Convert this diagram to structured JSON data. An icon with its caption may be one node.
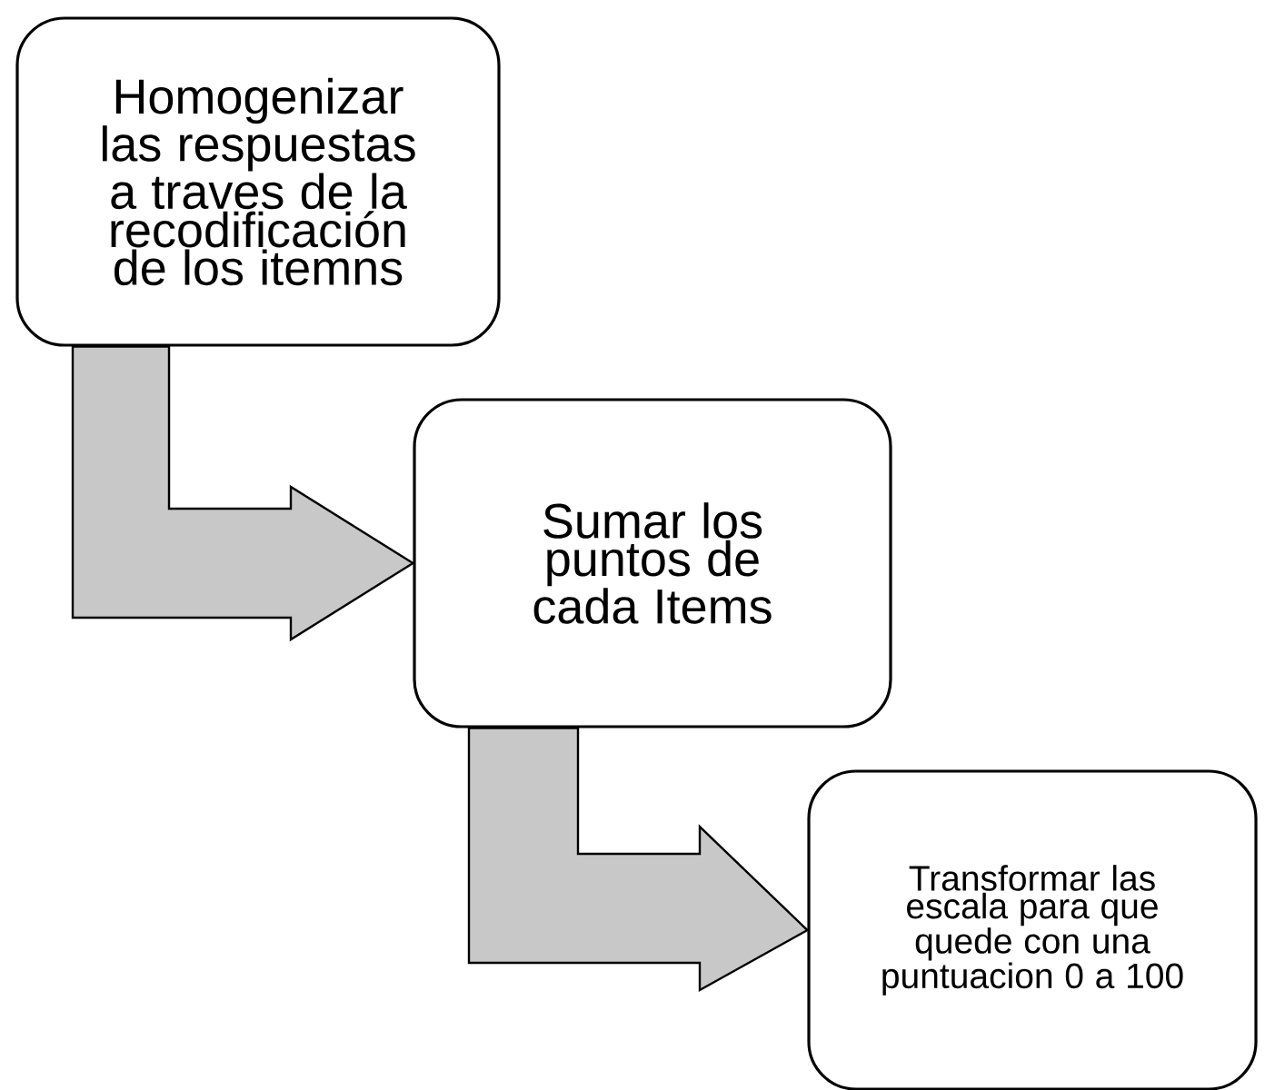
{
  "diagram": {
    "nodes": [
      {
        "text": [
          "Homogenizar las respuestas a traves de la recodificación de los itemns"
        ]
      },
      {
        "text": [
          "Sumar los puntos de cada Items"
        ]
      },
      {
        "text": [
          "Transformar las escala para que quede con una puntuacion 0 a 100"
        ]
      }
    ],
    "edges": [
      {
        "from": 0,
        "to": 1,
        "arrow": "to"
      },
      {
        "from": 1,
        "to": 2,
        "arrow": "to"
      }
    ]
  }
}
